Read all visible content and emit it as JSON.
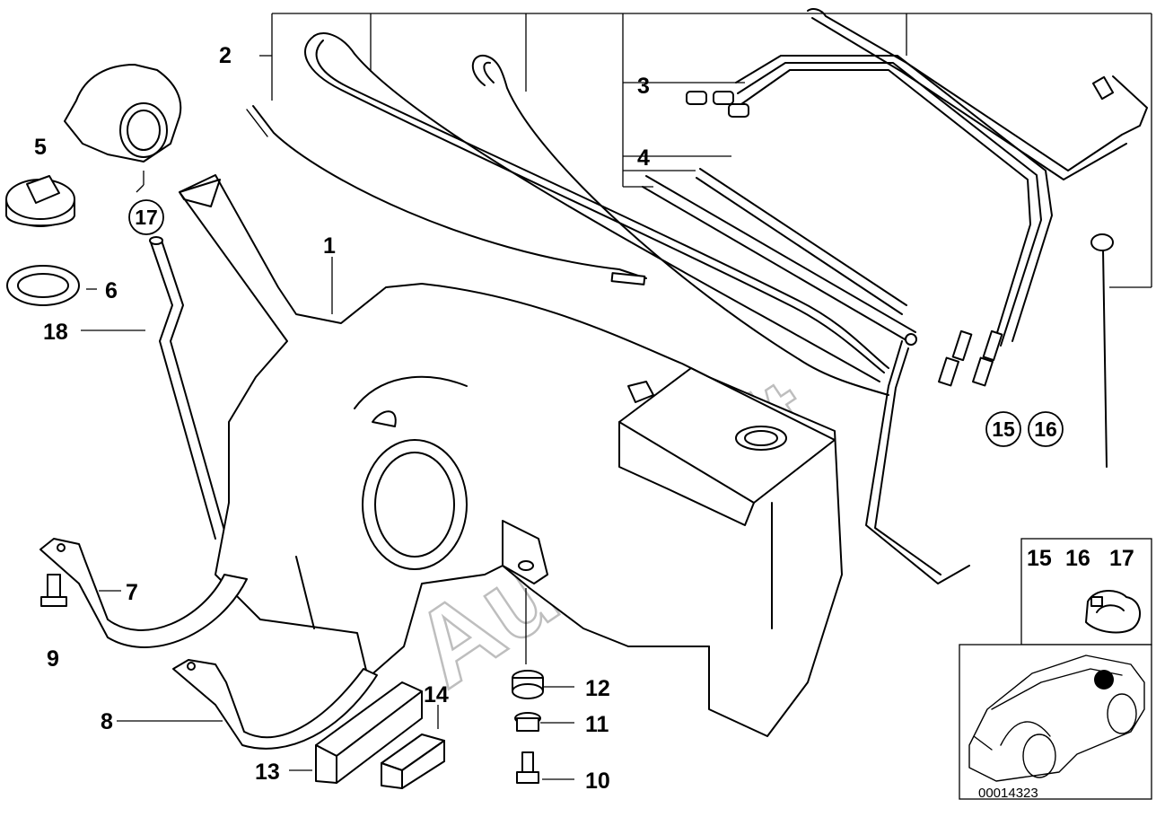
{
  "diagram": {
    "watermark": "AutoSoft",
    "image_code": "00014323",
    "callouts": {
      "c1": "1",
      "c2": "2",
      "c3": "3",
      "c4": "4",
      "c5": "5",
      "c6": "6",
      "c7": "7",
      "c8": "8",
      "c9": "9",
      "c10": "10",
      "c11": "11",
      "c12": "12",
      "c13": "13",
      "c14": "14",
      "c15": "15",
      "c16": "16",
      "c17": "17",
      "c18": "18"
    },
    "circled_callouts": {
      "c17": "17",
      "c15": "15",
      "c16": "16"
    },
    "inset": {
      "labels": [
        "15",
        "16",
        "17"
      ]
    }
  }
}
